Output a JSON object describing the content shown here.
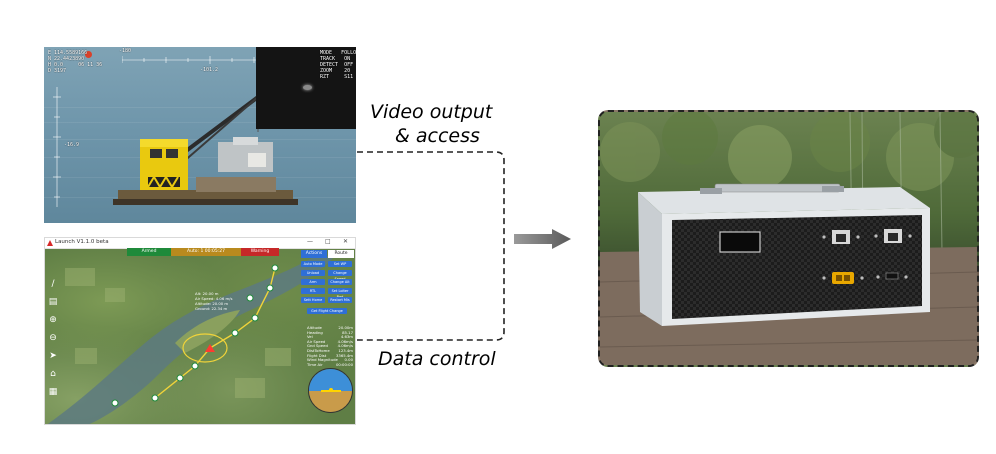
{
  "labels": {
    "video": [
      "Video output",
      "& access"
    ],
    "data": "Data control"
  },
  "video_hud": {
    "top_left": "E 114.5589166\nN 22.4423890\nH 0.0     06 11 36\nD 3197",
    "heading_ticks": [
      "-180",
      "180"
    ],
    "heading_readout": "-101.2",
    "pitch_readout": "-16.9",
    "top_right": "MODE   FOLLOW\nTRACK   ON\nDETECT  OFF\nZOOM    20\nRZT     S11"
  },
  "gcs": {
    "window_title": "Launch V1.1.0 beta",
    "window_controls": [
      "—",
      "□",
      "✕"
    ],
    "status": {
      "armed": "Armed",
      "mode": "Auto: 1 00:05:27",
      "warning": "Warning"
    },
    "panel_tabs": [
      "Actions",
      "Route"
    ],
    "panel_buttons": [
      "Auto Mode",
      "Set WP",
      "Unload",
      "Change Speed",
      "Arm",
      "Change Alt",
      "RTL",
      "Set Loiter Rad",
      "Sett Home",
      "Restart Mis",
      "Get Flight Change"
    ],
    "telemetry": [
      {
        "k": "Altitude",
        "v": "20.00m"
      },
      {
        "k": "Heading",
        "v": "85.17"
      },
      {
        "k": "Vel",
        "v": "4.63m"
      },
      {
        "k": "Air Speed",
        "v": "4.06m/s"
      },
      {
        "k": "Gnd Speed",
        "v": "4.06m/s"
      },
      {
        "k": "DistToHome",
        "v": "123.4m"
      },
      {
        "k": "Flight Dist",
        "v": "3365.4m"
      },
      {
        "k": "Wind Magnitude",
        "v": "0.00"
      },
      {
        "k": "Time Air",
        "v": "00:00:00"
      }
    ],
    "map_popup": [
      "Alt: 20.00 m",
      "Air Speed: 4.06 m/s",
      "Altitude: 20.00 m",
      "Ground: 22.34 m"
    ],
    "colors": {
      "armed": "#1f8a3a",
      "mode": "#b98a1e",
      "warning": "#c62828",
      "panel_button": "#2f6fd6",
      "route": "#f0d33a"
    },
    "tool_icons": [
      "ruler-icon",
      "map-icon",
      "zoom-in-icon",
      "zoom-out-icon",
      "navigate-icon",
      "home-icon",
      "grid-icon"
    ]
  }
}
